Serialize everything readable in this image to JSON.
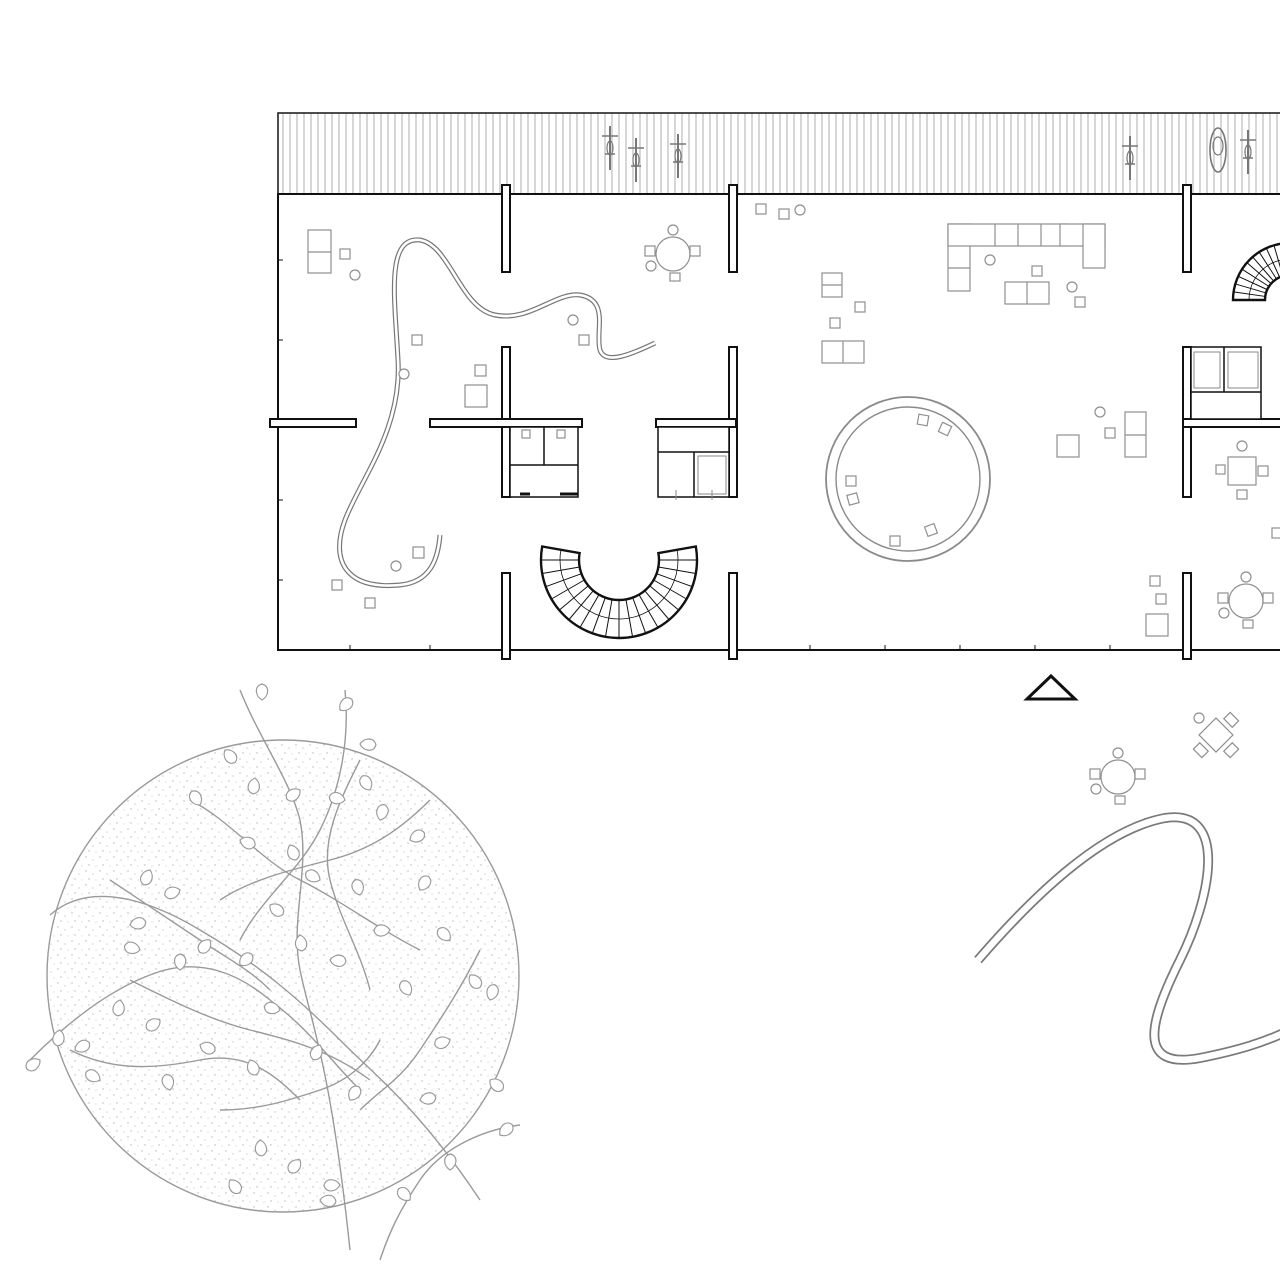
{
  "drawing": {
    "kind": "architectural floor plan",
    "colors": {
      "ink": "#111111",
      "furniture": "#8f8f8f",
      "vegetation": "#9a9a9a",
      "background": "#ffffff"
    },
    "elements": [
      "covered-terrace",
      "exterior-wall",
      "interior-partition-walls",
      "curved-partition",
      "central-round-room",
      "spiral-staircase-south",
      "spiral-staircase-northeast",
      "restroom-cubicles-west",
      "restroom-cubicles-center",
      "restroom-cubicles-east",
      "sofa-group",
      "round-tables",
      "square-table",
      "bicycles",
      "main-entrance-marker",
      "large-tree",
      "garden-path",
      "outdoor-seating"
    ]
  }
}
